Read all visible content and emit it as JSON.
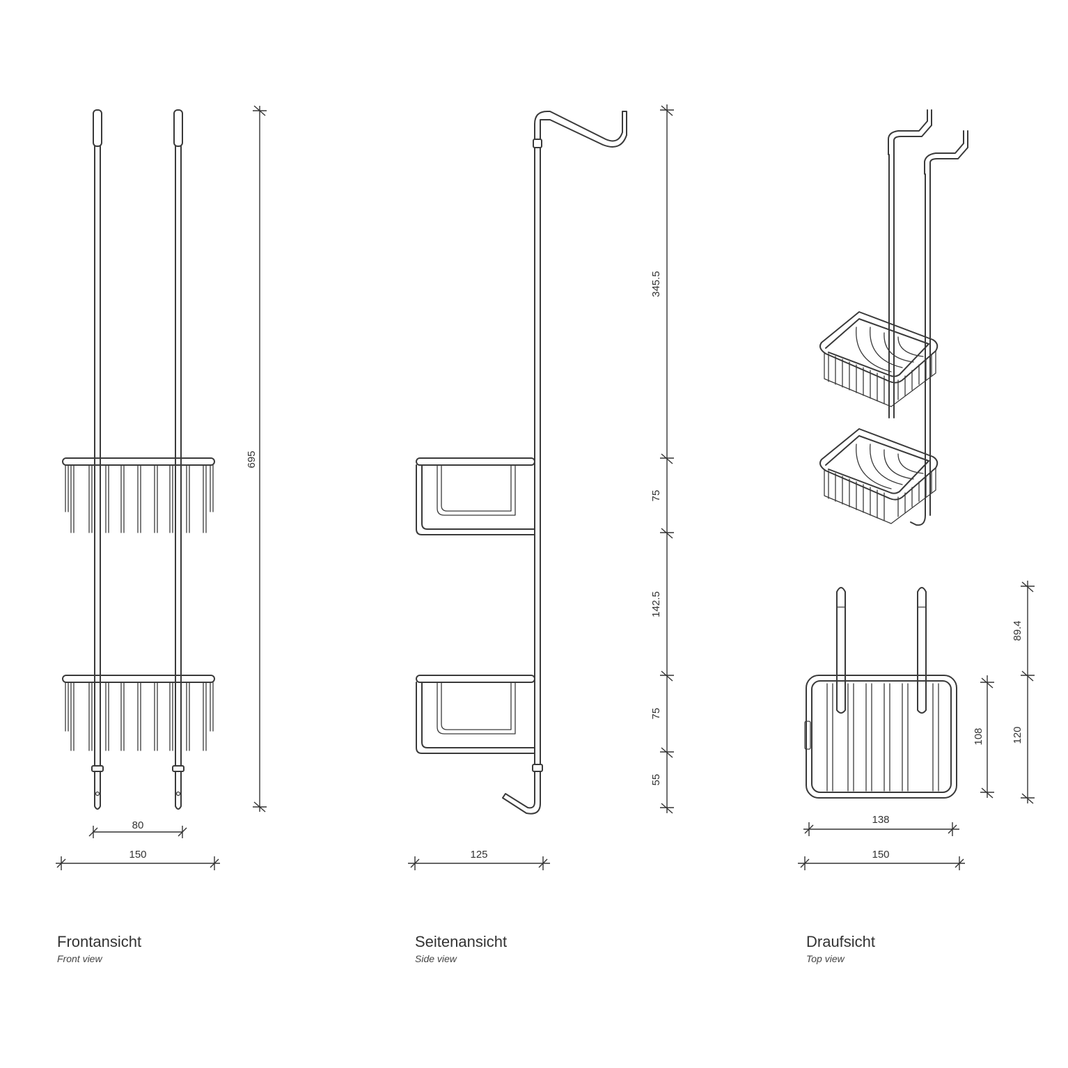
{
  "views": {
    "front": {
      "title": "Frontansicht",
      "subtitle": "Front view"
    },
    "side": {
      "title": "Seitenansicht",
      "subtitle": "Side view"
    },
    "top": {
      "title": "Draufsicht",
      "subtitle": "Top view"
    }
  },
  "dimensions": {
    "front_total_height": "695",
    "front_rod_spacing": "80",
    "front_width": "150",
    "side_top_section": "345.5",
    "side_upper_basket": "75",
    "side_gap": "142.5",
    "side_lower_basket": "75",
    "side_hook": "55",
    "side_depth": "125",
    "top_hook_height": "89.4",
    "top_inner_depth": "108",
    "top_outer_depth": "120",
    "top_inner_width": "138",
    "top_outer_width": "150"
  },
  "colors": {
    "line": "#3a3a3a",
    "background": "#ffffff"
  }
}
